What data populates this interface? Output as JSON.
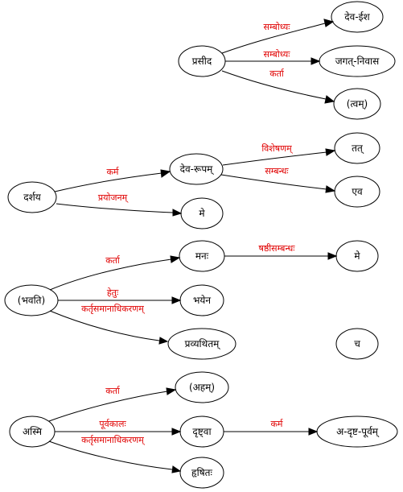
{
  "colors": {
    "edge_label": "#e00000",
    "stroke": "#000000",
    "node_fill": "#ffffff"
  },
  "nodes": {
    "prasida": "प्रसीद",
    "deva_isha": "देव-ईश",
    "jagat_nivasa": "जगत्-निवास",
    "tvam": "(त्वम्)",
    "darshaya": "दर्शय",
    "deva_rupam": "देव-रूपम्",
    "tat": "तत्",
    "eva": "एव",
    "me_1": "मे",
    "bhavati": "(भवति)",
    "manah": "मनः",
    "me_2": "मे",
    "bhayena": "भयेन",
    "pravyathitam": "प्रव्यथितम्",
    "cha": "च",
    "asmi": "अस्मि",
    "aham": "(अहम्)",
    "drishtva": "दृष्ट्वा",
    "adrishtapurvam": "अ-दृष्ट-पूर्वम्",
    "hrishitah": "हृषितः"
  },
  "edge_labels": {
    "prasida_deva_isha": "सम्बोध्यः",
    "prasida_jagat_nivasa": "सम्बोध्यः",
    "prasida_tvam": "कर्ता",
    "darshaya_deva_rupam": "कर्म",
    "darshaya_me": "प्रयोजनम्",
    "deva_rupam_tat": "विशेषणम्",
    "deva_rupam_eva": "सम्बन्धः",
    "bhavati_manah": "कर्ता",
    "manah_me": "षष्ठीसम्बन्धः",
    "bhavati_bhayena": "हेतुः",
    "bhavati_pravyathitam": "कर्तृसमानाधिकरणम्",
    "asmi_aham": "कर्ता",
    "asmi_drishtva": "पूर्वकालः",
    "drishtva_adrishtapurvam": "कर्म",
    "asmi_hrishitah": "कर्तृसमानाधिकरणम्"
  }
}
